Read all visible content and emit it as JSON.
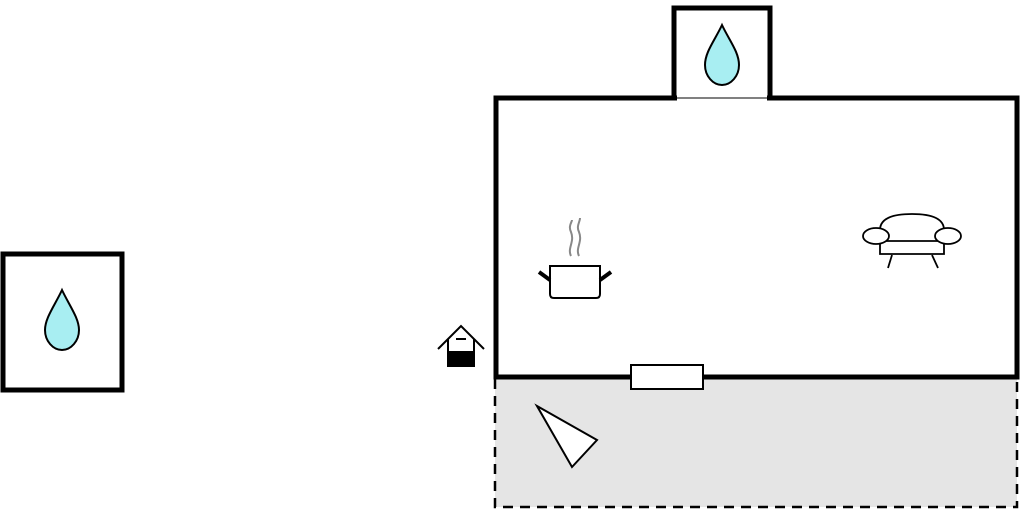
{
  "floorplan": {
    "rooms": [
      {
        "name": "bathroom-left",
        "icon": "water-drop-icon"
      },
      {
        "name": "bathroom-top",
        "icon": "water-drop-icon"
      },
      {
        "name": "main-room",
        "icons": [
          "cooking-pot-icon",
          "sofa-icon"
        ]
      },
      {
        "name": "terrace",
        "style": "dashed",
        "icon": "sun-wedge-icon"
      }
    ],
    "exterior": {
      "icon": "well-icon"
    },
    "colors": {
      "wall": "#000000",
      "water": "#a8eef2",
      "terrace_fill": "#e5e5e5",
      "steam": "#888888"
    }
  }
}
